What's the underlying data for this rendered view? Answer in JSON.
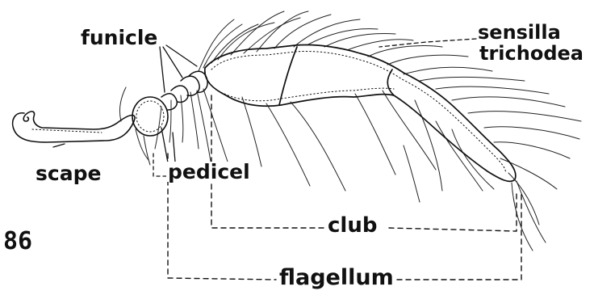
{
  "figure_number": "86",
  "labels": {
    "funicle": "funicle",
    "sensilla": "sensilla",
    "trichodea": "trichodea",
    "scape": "scape",
    "pedicel": "pedicel",
    "club": "club",
    "flagellum": "flagellum"
  },
  "colors": {
    "ink": "#111111",
    "background": "#ffffff"
  }
}
